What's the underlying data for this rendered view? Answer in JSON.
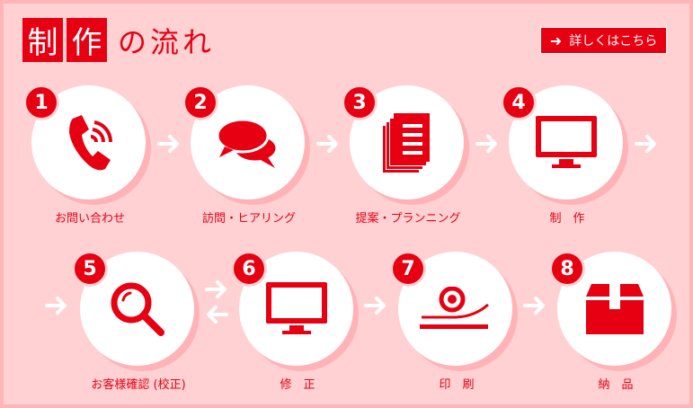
{
  "header": {
    "title_boxed": [
      "制",
      "作"
    ],
    "title_rest": "の流れ",
    "more_button": {
      "icon": "arrow-right-icon",
      "label": "詳しくはこちら"
    }
  },
  "colors": {
    "accent": "#e60012",
    "panel_bg": "#ffd1d3",
    "frame": "#ffb4b6",
    "circle_shadow": "#ffb3b6",
    "arrow": "#ffffff"
  },
  "steps": [
    {
      "number": "1",
      "label": "お問い合わせ",
      "icon": "phone-icon"
    },
    {
      "number": "2",
      "label": "訪問・ヒアリング",
      "icon": "chat-bubbles-icon"
    },
    {
      "number": "3",
      "label": "提案・プランニング",
      "icon": "documents-icon"
    },
    {
      "number": "4",
      "label": "制　作",
      "icon": "monitor-icon"
    },
    {
      "number": "5",
      "label": "お客様確認 (校正)",
      "icon": "magnifier-icon"
    },
    {
      "number": "6",
      "label": "修　正",
      "icon": "monitor-icon"
    },
    {
      "number": "7",
      "label": "印　刷",
      "icon": "print-roll-icon"
    },
    {
      "number": "8",
      "label": "納　品",
      "icon": "box-icon"
    }
  ]
}
